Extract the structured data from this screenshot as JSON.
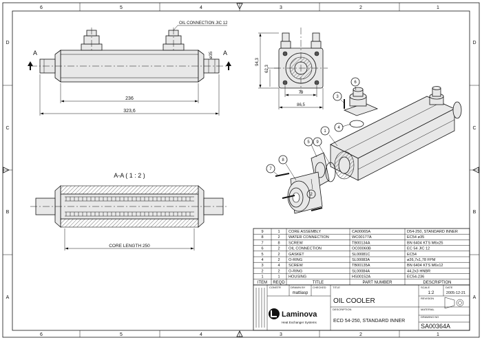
{
  "border": {
    "columns_top": [
      "6",
      "5",
      "4",
      "3",
      "2",
      "1"
    ],
    "columns_bottom": [
      "6",
      "5",
      "4",
      "3",
      "2",
      "1"
    ],
    "rows_left": [
      "D",
      "C",
      "B",
      "A"
    ],
    "rows_right": [
      "D",
      "C",
      "B",
      "A"
    ]
  },
  "views": {
    "side": {
      "section_marker": "A",
      "oil_connection_label": "OIL CONNECTION JIC 12",
      "dim_core": "236",
      "dim_total": "323,6",
      "dim_diameter": "ø35"
    },
    "end": {
      "dim_height": "94,3",
      "dim_center": "62,3",
      "dim_bolt": "79",
      "dim_width": "86,5"
    },
    "section": {
      "title": "A-A ( 1 : 2 )",
      "dim_core_length": "CORE LENGTH 250"
    },
    "exploded_balloons": [
      "1",
      "2",
      "3",
      "4",
      "5",
      "6",
      "7",
      "8",
      "9"
    ]
  },
  "bom": {
    "headers": [
      "ITEM",
      "REQD",
      "TITLE",
      "PART NUMBER",
      "DESCRIPTION"
    ],
    "rows": [
      {
        "item": "9",
        "reqd": "1",
        "title": "CORE ASSEMBLY",
        "part": "CA00065A",
        "desc": "D54-250, STANDARD INNER"
      },
      {
        "item": "8",
        "reqd": "2",
        "title": "WATER CONNECTION",
        "part": "WC00177A",
        "desc": "EC54 ø35"
      },
      {
        "item": "7",
        "reqd": "8",
        "title": "SCREW",
        "part": "TB00134A",
        "desc": "BN 6404 KTS M6x25"
      },
      {
        "item": "6",
        "reqd": "2",
        "title": "OIL CONNECTION",
        "part": "OC00060B",
        "desc": "EC 54 JIC 12"
      },
      {
        "item": "5",
        "reqd": "2",
        "title": "GASKET",
        "part": "SL00081C",
        "desc": "EC54"
      },
      {
        "item": "4",
        "reqd": "2",
        "title": "O-RING",
        "part": "SL00083A",
        "desc": "ø26,7x1,78 FPM"
      },
      {
        "item": "3",
        "reqd": "4",
        "title": "SCREW",
        "part": "TB00135A",
        "desc": "BN 6404 KTS M6x12"
      },
      {
        "item": "2",
        "reqd": "2",
        "title": "O-RING",
        "part": "SL00084A",
        "desc": "44,2x3 HNBR"
      },
      {
        "item": "1",
        "reqd": "1",
        "title": "HOUSING",
        "part": "HS00152A",
        "desc": "EC54-236"
      }
    ]
  },
  "title_block": {
    "constr_label": "CONSTR",
    "drawn_by_label": "DRAWN BY",
    "drawn_by": "mattiasp",
    "checked_label": "CHECKED",
    "title_label": "TITLE",
    "title": "OIL COOLER",
    "description_label": "DESCRIPTION",
    "description": "ECD 54-250, STANDARD INNER",
    "scale_label": "SCALE",
    "scale": "1:2",
    "date_label": "DATE",
    "date": "2005-12-21",
    "revision_label": "REVISION",
    "material_label": "MATERIAL",
    "drawing_no_label": "DRAWING NO",
    "drawing_no": "SA00364A",
    "company": "Laminova",
    "company_sub": "Heat Exchanger Systems"
  }
}
